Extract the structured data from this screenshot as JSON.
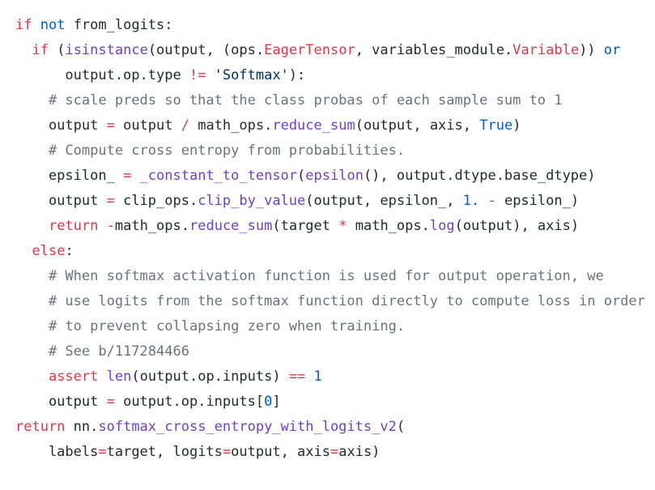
{
  "code": {
    "lines": [
      [
        {
          "t": "if",
          "c": "kw"
        },
        {
          "t": " ",
          "c": "plain"
        },
        {
          "t": "not",
          "c": "kwb"
        },
        {
          "t": " from_logits:",
          "c": "plain"
        }
      ],
      [
        {
          "t": "  ",
          "c": "plain"
        },
        {
          "t": "if",
          "c": "kw"
        },
        {
          "t": " (",
          "c": "plain"
        },
        {
          "t": "isinstance",
          "c": "fn"
        },
        {
          "t": "(output, (ops.",
          "c": "plain"
        },
        {
          "t": "EagerTensor",
          "c": "kw"
        },
        {
          "t": ", variables_module.",
          "c": "plain"
        },
        {
          "t": "Variable",
          "c": "kw"
        },
        {
          "t": ")) ",
          "c": "plain"
        },
        {
          "t": "or",
          "c": "kwb"
        }
      ],
      [
        {
          "t": "      output.op.type ",
          "c": "plain"
        },
        {
          "t": "!=",
          "c": "op"
        },
        {
          "t": " ",
          "c": "plain"
        },
        {
          "t": "'Softmax'",
          "c": "str"
        },
        {
          "t": "):",
          "c": "plain"
        }
      ],
      [
        {
          "t": "    ",
          "c": "plain"
        },
        {
          "t": "# scale preds so that the class probas of each sample sum to 1",
          "c": "com"
        }
      ],
      [
        {
          "t": "    output ",
          "c": "plain"
        },
        {
          "t": "=",
          "c": "op"
        },
        {
          "t": " output ",
          "c": "plain"
        },
        {
          "t": "/",
          "c": "op"
        },
        {
          "t": " math_ops.",
          "c": "plain"
        },
        {
          "t": "reduce_sum",
          "c": "fn"
        },
        {
          "t": "(output, axis, ",
          "c": "plain"
        },
        {
          "t": "True",
          "c": "kwb"
        },
        {
          "t": ")",
          "c": "plain"
        }
      ],
      [
        {
          "t": "    ",
          "c": "plain"
        },
        {
          "t": "# Compute cross entropy from probabilities.",
          "c": "com"
        }
      ],
      [
        {
          "t": "    epsilon_ ",
          "c": "plain"
        },
        {
          "t": "=",
          "c": "op"
        },
        {
          "t": " ",
          "c": "plain"
        },
        {
          "t": "_constant_to_tensor",
          "c": "fn"
        },
        {
          "t": "(",
          "c": "plain"
        },
        {
          "t": "epsilon",
          "c": "fn"
        },
        {
          "t": "(), output.dtype.base_dtype)",
          "c": "plain"
        }
      ],
      [
        {
          "t": "    output ",
          "c": "plain"
        },
        {
          "t": "=",
          "c": "op"
        },
        {
          "t": " clip_ops.",
          "c": "plain"
        },
        {
          "t": "clip_by_value",
          "c": "fn"
        },
        {
          "t": "(output, epsilon_, ",
          "c": "plain"
        },
        {
          "t": "1.",
          "c": "num"
        },
        {
          "t": " ",
          "c": "plain"
        },
        {
          "t": "-",
          "c": "op"
        },
        {
          "t": " epsilon_)",
          "c": "plain"
        }
      ],
      [
        {
          "t": "    ",
          "c": "plain"
        },
        {
          "t": "return",
          "c": "kw"
        },
        {
          "t": " ",
          "c": "plain"
        },
        {
          "t": "-",
          "c": "op"
        },
        {
          "t": "math_ops.",
          "c": "plain"
        },
        {
          "t": "reduce_sum",
          "c": "fn"
        },
        {
          "t": "(target ",
          "c": "plain"
        },
        {
          "t": "*",
          "c": "op"
        },
        {
          "t": " math_ops.",
          "c": "plain"
        },
        {
          "t": "log",
          "c": "fn"
        },
        {
          "t": "(output), axis)",
          "c": "plain"
        }
      ],
      [
        {
          "t": "  ",
          "c": "plain"
        },
        {
          "t": "else",
          "c": "kw"
        },
        {
          "t": ":",
          "c": "plain"
        }
      ],
      [
        {
          "t": "    ",
          "c": "plain"
        },
        {
          "t": "# When softmax activation function is used for output operation, we",
          "c": "com"
        }
      ],
      [
        {
          "t": "    ",
          "c": "plain"
        },
        {
          "t": "# use logits from the softmax function directly to compute loss in order",
          "c": "com"
        }
      ],
      [
        {
          "t": "    ",
          "c": "plain"
        },
        {
          "t": "# to prevent collapsing zero when training.",
          "c": "com"
        }
      ],
      [
        {
          "t": "    ",
          "c": "plain"
        },
        {
          "t": "# See b/117284466",
          "c": "com"
        }
      ],
      [
        {
          "t": "    ",
          "c": "plain"
        },
        {
          "t": "assert",
          "c": "kw"
        },
        {
          "t": " ",
          "c": "plain"
        },
        {
          "t": "len",
          "c": "fn"
        },
        {
          "t": "(output.op.inputs) ",
          "c": "plain"
        },
        {
          "t": "==",
          "c": "op"
        },
        {
          "t": " ",
          "c": "plain"
        },
        {
          "t": "1",
          "c": "num"
        }
      ],
      [
        {
          "t": "    output ",
          "c": "plain"
        },
        {
          "t": "=",
          "c": "op"
        },
        {
          "t": " output.op.inputs[",
          "c": "plain"
        },
        {
          "t": "0",
          "c": "num"
        },
        {
          "t": "]",
          "c": "plain"
        }
      ],
      [
        {
          "t": "return",
          "c": "kw"
        },
        {
          "t": " nn.",
          "c": "plain"
        },
        {
          "t": "softmax_cross_entropy_with_logits_v2",
          "c": "fn"
        },
        {
          "t": "(",
          "c": "plain"
        }
      ],
      [
        {
          "t": "    labels",
          "c": "plain"
        },
        {
          "t": "=",
          "c": "op"
        },
        {
          "t": "target, logits",
          "c": "plain"
        },
        {
          "t": "=",
          "c": "op"
        },
        {
          "t": "output, axis",
          "c": "plain"
        },
        {
          "t": "=",
          "c": "op"
        },
        {
          "t": "axis)",
          "c": "plain"
        }
      ]
    ]
  }
}
